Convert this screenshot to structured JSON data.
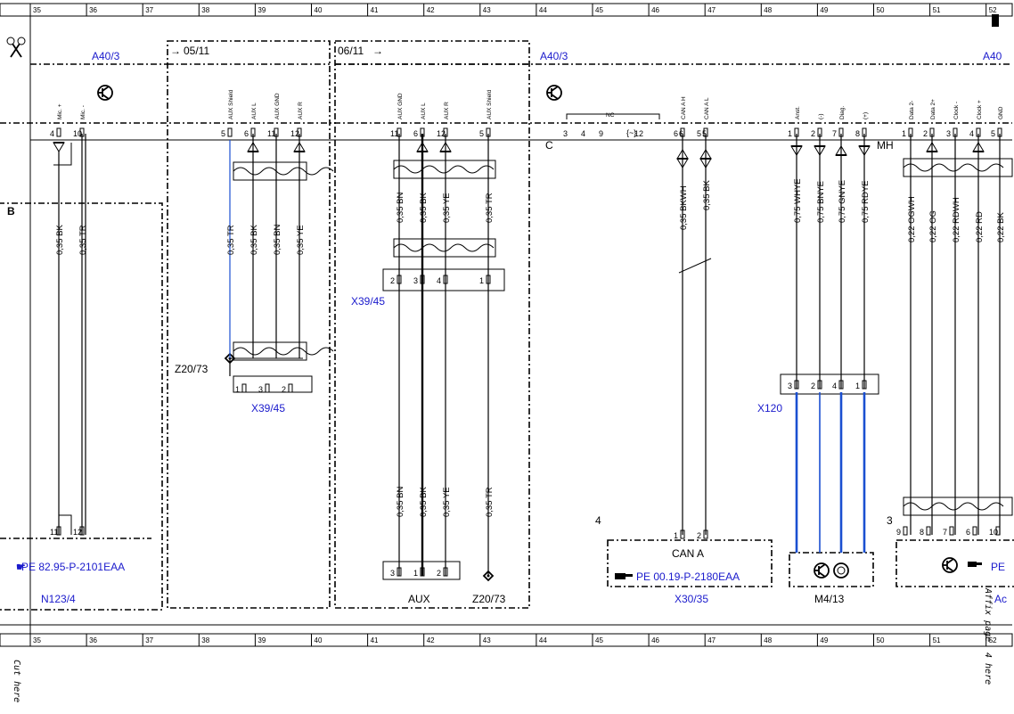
{
  "ruler": [
    "35",
    "36",
    "37",
    "38",
    "39",
    "40",
    "41",
    "42",
    "43",
    "44",
    "45",
    "46",
    "47",
    "48",
    "49",
    "50",
    "51",
    "52"
  ],
  "components": {
    "a40_3": "A40/3",
    "a40_right": "A40",
    "ref_0511": "05/11",
    "ref_0611": "06/11",
    "x39_45": "X39/45",
    "z20_73": "Z20/73",
    "x120": "X120",
    "n123_4": "N123/4",
    "x30_35": "X30/35",
    "m4_13": "M4/13",
    "aux": "AUX",
    "can_a": "CAN A",
    "row_c": "C",
    "row_mh": "MH",
    "pe_1": "PE 82.95-P-2101EAA",
    "pe_2": "PE 00.19-P-2180EAA",
    "pe_3": "PE",
    "pe_3_tail": "Ac",
    "num4": "4",
    "num3": "3",
    "nc": "NC",
    "left_cut": "B"
  },
  "margin": {
    "cut_here": "Cut here",
    "affix_page": "Affix page",
    "four_here": "4 here"
  },
  "signals": {
    "mic_plus": "Mic. +",
    "mic_minus": "Mic. -",
    "aux_shield": "AUX Shield",
    "aux_l": "AUX L",
    "aux_gnd": "AUX GND",
    "aux_r": "AUX R",
    "can_h": "CAN A H",
    "can_l": "CAN A L",
    "anst": "Anst.",
    "minus": "(-)",
    "diag": "Diag.",
    "plus": "(+)",
    "data2m": "Data 2-",
    "data2p": "Data 2+",
    "clockm": "Clock -",
    "clockp": "Clock +",
    "gnd": "GND"
  },
  "pins": {
    "mic": [
      "4",
      "10"
    ],
    "aux1": [
      "5",
      "6",
      "11",
      "12"
    ],
    "aux2": [
      "11",
      "6",
      "12",
      "5"
    ],
    "conn_c": [
      "3",
      "4",
      "9",
      "12",
      "6",
      "5"
    ],
    "mh": [
      "1",
      "2",
      "7",
      "8"
    ],
    "right": [
      "1",
      "2",
      "3",
      "4",
      "5"
    ],
    "x39_low": [
      "1",
      "3",
      "2"
    ],
    "x39_mid": [
      "2",
      "3",
      "4",
      "1"
    ],
    "x120": [
      "3",
      "2",
      "4",
      "1"
    ],
    "n123": [
      "11",
      "12"
    ],
    "x30": [
      "1",
      "2"
    ],
    "aux_bottom": [
      "3",
      "1",
      "2"
    ],
    "bottom_right": [
      "9",
      "8",
      "7",
      "6",
      "10"
    ]
  },
  "wires": {
    "mic_bk": "0,35 BK",
    "mic_tr": "0,35 TR",
    "aux1_tr": "0,35 TR",
    "aux1_bk": "0,35 BK",
    "aux1_bn": "0,35 BN",
    "aux1_ye": "0,35 YE",
    "aux2_bn": "0,35 BN",
    "aux2_bk": "0,35 BK",
    "aux2_ye": "0,35 YE",
    "aux2_tr": "0,35 TR",
    "can_bkwh": "0,35 BKWH",
    "can_bk": "0,35 BK",
    "m_whye": "0,75 WHYE",
    "m_bnye": "0,75 BNYE",
    "m_gnye": "0,75 GNYE",
    "m_rdye": "0,75 RDYE",
    "d_ogwh": "0,22 OGWH",
    "d_og": "0,22 OG",
    "d_rdwh": "0,22 RDWH",
    "d_rd": "0,22 RD",
    "d_bk": "0,22 BK"
  },
  "colors": {
    "label_blue": "#1a1acc",
    "wire_blue": "#1a4fd1",
    "line": "#000000"
  },
  "icons": [
    "scissors-icon",
    "transistor-icon",
    "motor-icon",
    "pointing-hand-icon",
    "ground-diamond-icon"
  ]
}
